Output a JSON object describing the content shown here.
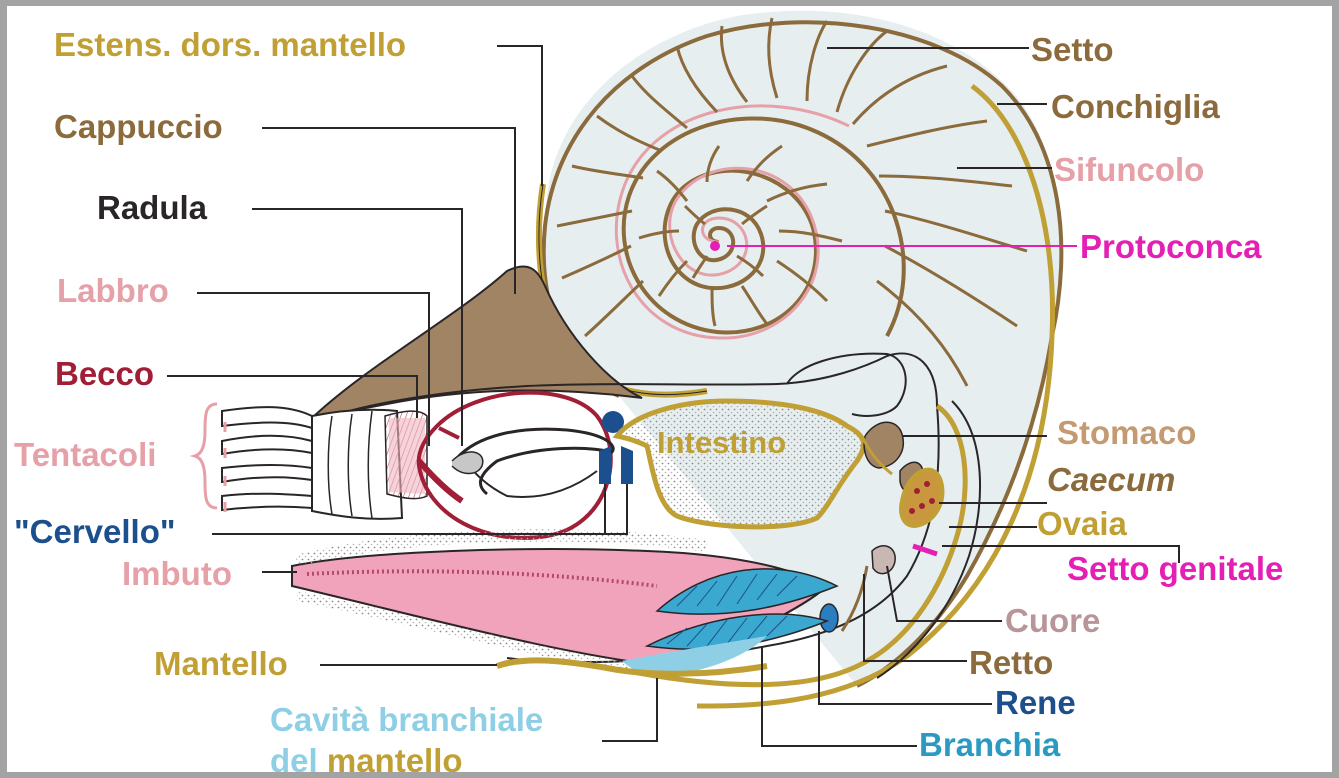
{
  "colors": {
    "gold": "#c0a034",
    "brown": "#8b6a3c",
    "dark": "#2a2526",
    "light_pink": "#e5a0a8",
    "crimson": "#a01e36",
    "blue": "#1c4f8d",
    "magenta": "#e41fb6",
    "mauve": "#b9959a",
    "cyan_dark": "#2a9ac2",
    "cyan_light": "#8fcfe6",
    "shell_fill": "#e6eef0"
  },
  "labels": {
    "estens": "Estens. dors. mantello",
    "cappuccio": "Cappuccio",
    "radula": "Radula",
    "labbro": "Labbro",
    "becco": "Becco",
    "tentacoli": "Tentacoli",
    "cervello": "\"Cervello\"",
    "imbuto": "Imbuto",
    "mantello": "Mantello",
    "cavita_1": "Cavità branchiale",
    "cavita_2_a": "del ",
    "cavita_2_b": "mantello",
    "setto": "Setto",
    "conchiglia": "Conchiglia",
    "sifuncolo": "Sifuncolo",
    "protoconca": "Protoconca",
    "stomaco": "Stomaco",
    "caecum": "Caecum",
    "ovaia": "Ovaia",
    "setto_genitale": "Setto genitale",
    "cuore": "Cuore",
    "retto": "Retto",
    "rene": "Rene",
    "branchia": "Branchia",
    "intestino": "Intestino"
  }
}
